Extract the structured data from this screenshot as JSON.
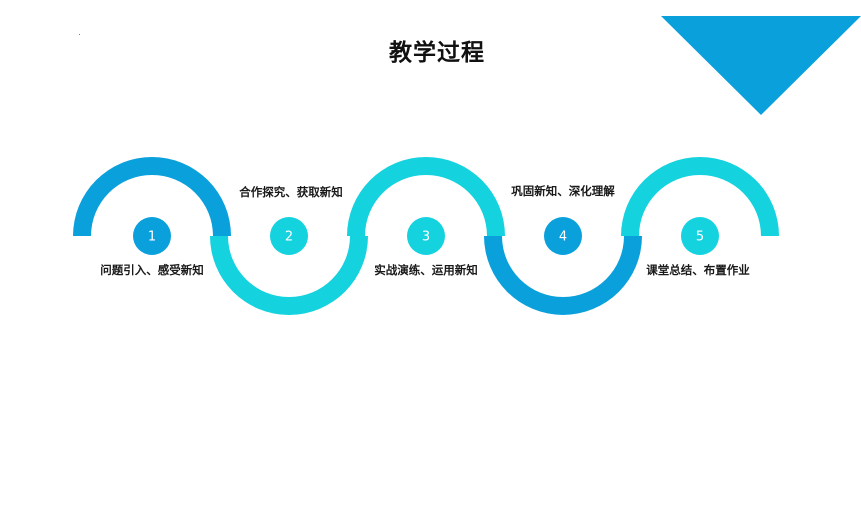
{
  "title": "教学过程",
  "colors": {
    "blue": "#0aa0dc",
    "cyan": "#14d2de",
    "circle_blue": "#0aa0dc",
    "circle_cyan": "#14d2de",
    "triangle": "#0aa0dc"
  },
  "steps": [
    {
      "number": "1",
      "label": "问题引入、感受新知",
      "color": "blue"
    },
    {
      "number": "2",
      "label": "合作探究、获取新知",
      "color": "cyan"
    },
    {
      "number": "3",
      "label": "实战演练、运用新知",
      "color": "cyan"
    },
    {
      "number": "4",
      "label": "巩固新知、深化理解",
      "color": "blue"
    },
    {
      "number": "5",
      "label": "课堂总结、布置作业",
      "color": "cyan"
    }
  ]
}
